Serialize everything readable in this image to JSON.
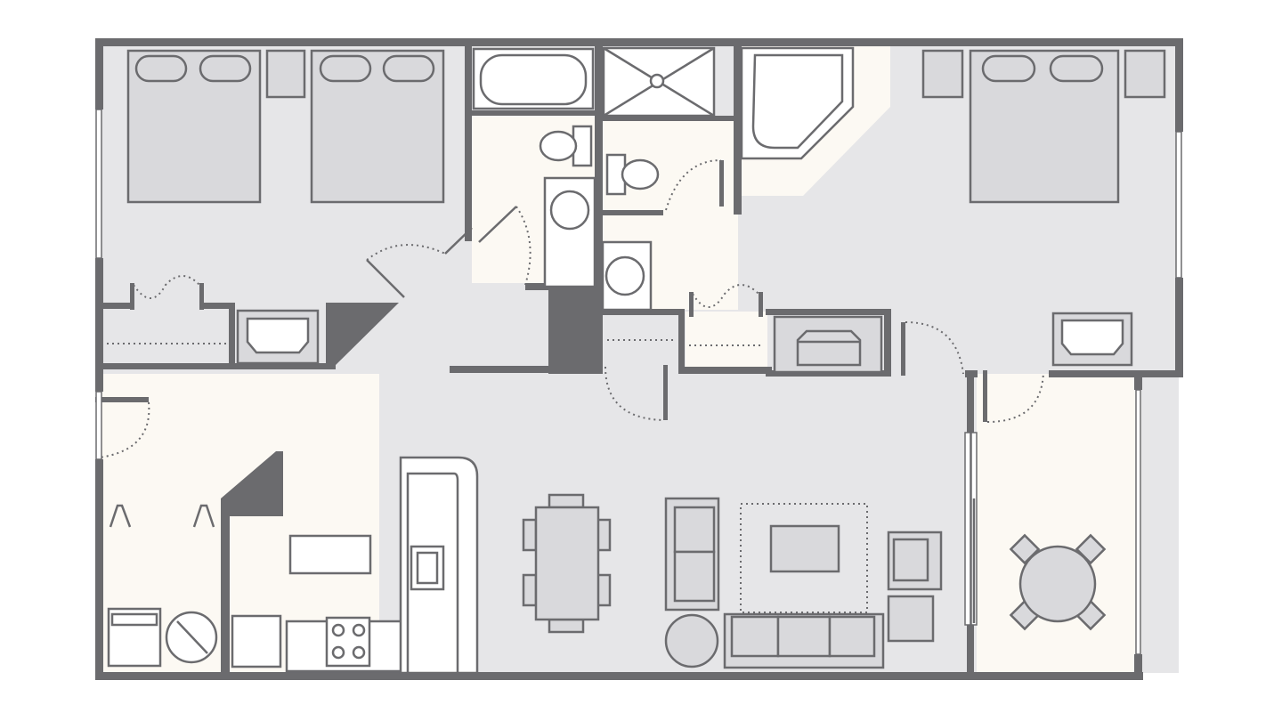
{
  "floor_plan": {
    "colors": {
      "wall": "#6b6b6e",
      "carpet": "#e6e6e8",
      "tile": "#fcf9f3",
      "furniture": "#d9d9dc",
      "background": "#ffffff"
    },
    "rooms": [
      "bedroom-1",
      "bathroom-1",
      "bathroom-2",
      "master-bedroom",
      "living-room",
      "dining-area",
      "kitchen",
      "laundry",
      "balcony"
    ],
    "furniture": [
      "queen-bed",
      "queen-bed",
      "king-bed",
      "nightstand",
      "dresser-tv",
      "bathtub",
      "corner-tub",
      "shower",
      "toilet",
      "sink",
      "washer",
      "dryer",
      "refrigerator",
      "range",
      "kitchen-island",
      "dining-table",
      "sofa",
      "loveseat",
      "armchair",
      "coffee-table",
      "area-rug",
      "round-end-table",
      "patio-table",
      "patio-chair"
    ]
  }
}
